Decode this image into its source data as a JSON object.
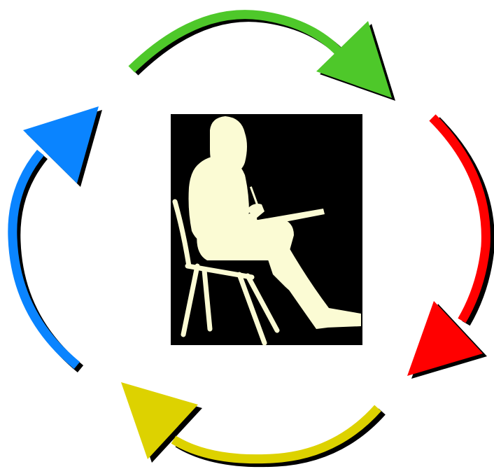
{
  "diagram": {
    "type": "cycle",
    "direction": "clockwise",
    "center_image": "seated-person-writing-clipart",
    "arrows": [
      {
        "id": "top",
        "color": "#4ec82a",
        "icon": "curved-arrow-icon"
      },
      {
        "id": "right",
        "color": "#ff0000",
        "icon": "curved-arrow-icon"
      },
      {
        "id": "bottom",
        "color": "#ddd200",
        "icon": "curved-arrow-icon"
      },
      {
        "id": "left",
        "color": "#0a84ff",
        "icon": "curved-arrow-icon"
      }
    ],
    "shadow_color": "#000000",
    "figure_color": "#fbfbd4",
    "panel_color": "#000000"
  }
}
